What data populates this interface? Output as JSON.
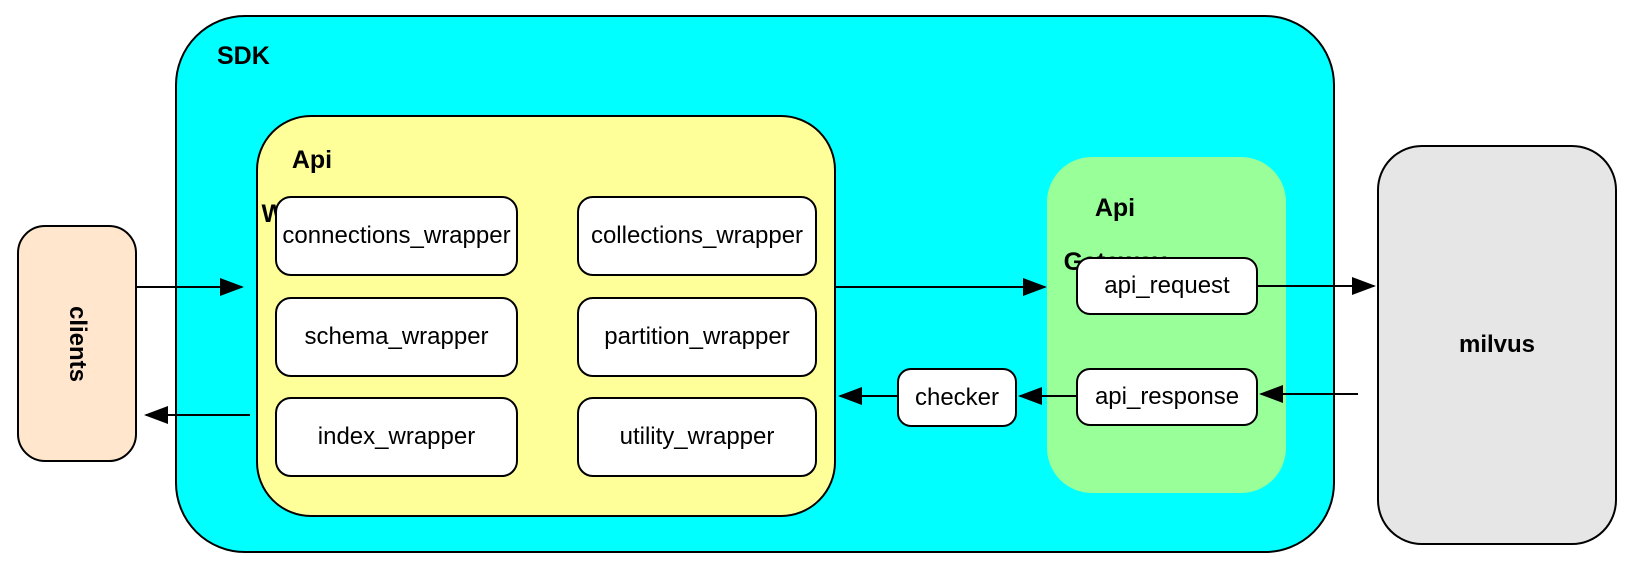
{
  "colors": {
    "sdk_fill": "#00FFFF",
    "api_wrapper_fill": "#FFFF99",
    "api_gateway_fill": "#99FF99",
    "clients_fill": "#FFE6CC",
    "milvus_fill": "#E6E6E6",
    "node_fill": "#FFFFFF",
    "stroke": "#000000"
  },
  "nodes": {
    "clients_label": "clients",
    "sdk_label": "SDK",
    "api_wrapper_label": {
      "line1": "Api",
      "line2": "Wrapper"
    },
    "wrapper_left_column": [
      "connections_wrapper",
      "schema_wrapper",
      "index_wrapper"
    ],
    "wrapper_right_column": [
      "collections_wrapper",
      "partition_wrapper",
      "utility_wrapper"
    ],
    "checker_label": "checker",
    "api_gateway_label": {
      "line1": "Api",
      "line2": "Gateway"
    },
    "gateway_boxes": [
      "api_request",
      "api_response"
    ],
    "milvus_label": "milvus"
  },
  "edges": [
    {
      "from": "clients",
      "to": "sdk"
    },
    {
      "from": "api_wrapper",
      "to": "clients"
    },
    {
      "from": "api_wrapper",
      "to": "api_gateway"
    },
    {
      "from": "api_request",
      "to": "milvus"
    },
    {
      "from": "milvus",
      "to": "api_response"
    },
    {
      "from": "api_response",
      "to": "checker"
    },
    {
      "from": "checker",
      "to": "api_wrapper"
    }
  ]
}
